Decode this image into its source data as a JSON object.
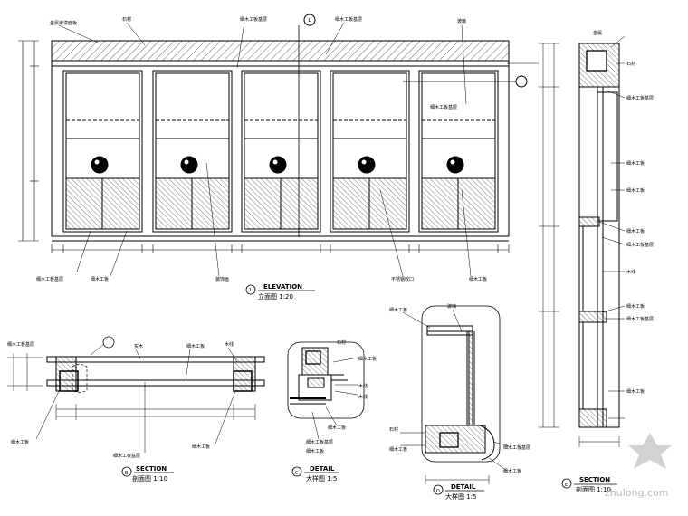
{
  "elevation": {
    "title": "ELEVATION",
    "subtitle": "立面图 1:20",
    "marker": "1",
    "top_labels": [
      "金属烤漆面板",
      "石材",
      "细木工板基层",
      "细木工板基层",
      "玻璃",
      "细木工板基层"
    ],
    "bottom_labels": [
      "细木工板基层",
      "细木工板",
      "装饰画",
      "不锈钢收口",
      "细木工板"
    ]
  },
  "section_b": {
    "title": "SECTION",
    "subtitle": "剖面图 1:10",
    "marker": "B",
    "labels": [
      "细木工板基层",
      "实木",
      "细木工板",
      "木线",
      "细木工板",
      "细木工板基层",
      "细木工板"
    ]
  },
  "detail_c": {
    "title": "DETAIL",
    "subtitle": "大样图 1:5",
    "marker": "C",
    "labels": [
      "石材",
      "细木工板",
      "木线",
      "木线",
      "细木工板",
      "细木工板基层",
      "细木工板"
    ]
  },
  "detail_d": {
    "title": "DETAIL",
    "subtitle": "大样图 1:5",
    "marker": "D",
    "labels": [
      "细木工板",
      "玻璃",
      "石材",
      "细木工板",
      "细木工板基层",
      "细木工板"
    ]
  },
  "section_e": {
    "title": "SECTION",
    "subtitle": "剖面图 1:10",
    "marker": "E",
    "labels": [
      "金属",
      "石材",
      "细木工板基层",
      "细木工板",
      "细木工板",
      "细木工板",
      "细木工板基层",
      "木线",
      "细木工板",
      "细木工板基层",
      "细木工板"
    ]
  },
  "watermark": "zhulong.com"
}
